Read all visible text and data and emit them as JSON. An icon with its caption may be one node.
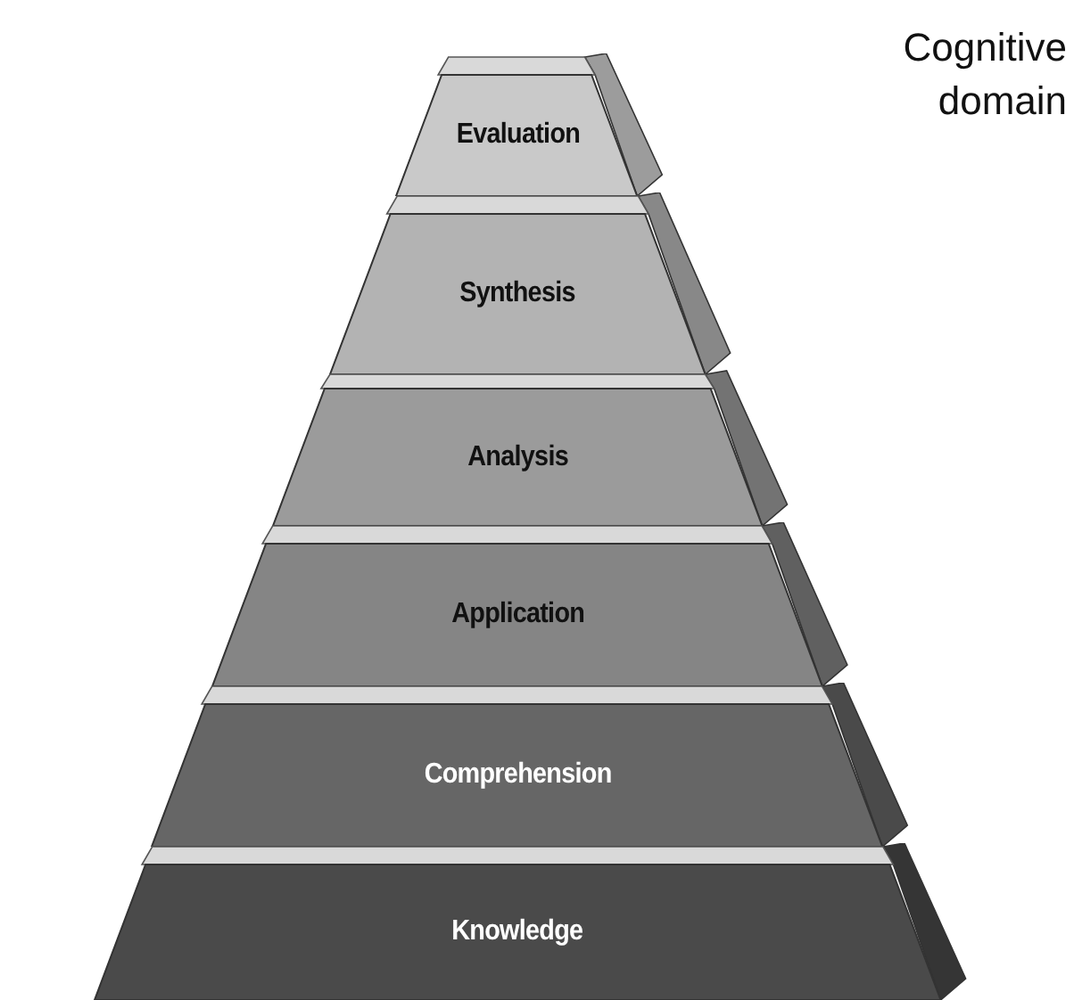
{
  "diagram": {
    "title": "Cognitive domain",
    "nodes": [
      {
        "text": [
          "Evaluation"
        ]
      },
      {
        "text": [
          "Synthesis"
        ]
      },
      {
        "text": [
          "Analysis"
        ]
      },
      {
        "text": [
          "Application"
        ]
      },
      {
        "text": [
          "Comprehension"
        ]
      },
      {
        "text": [
          "Knowledge"
        ]
      }
    ]
  }
}
